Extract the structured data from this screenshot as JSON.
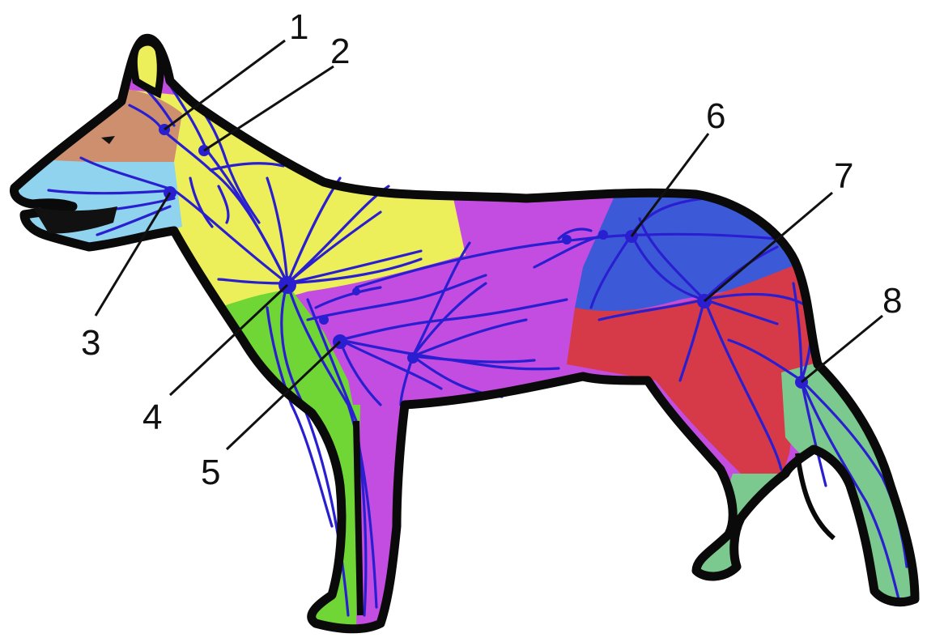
{
  "labels": {
    "n1": "1",
    "n2": "2",
    "n3": "3",
    "n4": "4",
    "n5": "5",
    "n6": "6",
    "n7": "7",
    "n8": "8"
  },
  "colors": {
    "head_top": "#cd8f6e",
    "muzzle": "#8fd3ef",
    "neck": "#ecef5a",
    "shoulder": "#6fd636",
    "trunk": "#c34de0",
    "flank": "#3c5ad8",
    "thigh": "#d63a48",
    "hindlimb": "#7bc98e",
    "forelimb": "#6fd636",
    "vessel": "#2a1fd0",
    "outline": "#0a0a0a",
    "ear_inner": "#ecef5a"
  }
}
